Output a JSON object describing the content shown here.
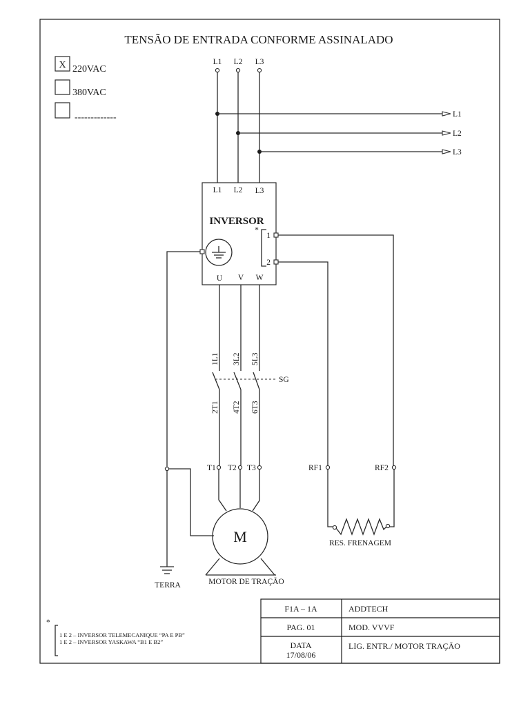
{
  "title": "TENSÃO DE ENTRADA CONFORME ASSINALADO",
  "voltage_options": [
    {
      "mark": "X",
      "label": "220VAC",
      "checked": true
    },
    {
      "mark": "",
      "label": "380VAC",
      "checked": false
    },
    {
      "mark": "",
      "label": "-------------",
      "checked": false
    }
  ],
  "supply": {
    "inputs": [
      "L1",
      "L2",
      "L3"
    ],
    "outputs": [
      "L1",
      "L2",
      "L3"
    ]
  },
  "inverter": {
    "title": "INVERSOR",
    "inputs": [
      "L1",
      "L2",
      "L3"
    ],
    "outputs": [
      "U",
      "V",
      "W"
    ],
    "brake_terminals": [
      "1",
      "2"
    ],
    "asterisk": "*"
  },
  "contactor": {
    "name": "SG",
    "top_terminals": [
      "1L1",
      "3L2",
      "5L3"
    ],
    "bottom_terminals": [
      "2T1",
      "4T2",
      "6T3"
    ]
  },
  "motor": {
    "symbol": "M",
    "terminals": [
      "T1",
      "T2",
      "T3"
    ],
    "label": "MOTOR DE TRAÇÃO"
  },
  "ground": {
    "label": "TERRA"
  },
  "brake_resistor": {
    "terminals": [
      "RF1",
      "RF2"
    ],
    "label": "RES. FRENAGEM"
  },
  "notes": {
    "asterisk": "*",
    "lines": [
      "1 E 2 – INVERSOR TELEMECANIQUE “PA E PB”",
      "1 E 2 – INVERSOR YASKAWA “B1 E B2”"
    ]
  },
  "title_block": {
    "rows": [
      {
        "left": "F1A – 1A",
        "left2": "",
        "right": "ADDTECH"
      },
      {
        "left": "PAG. 01",
        "left2": "",
        "right": "MOD. VVVF"
      },
      {
        "left": "DATA",
        "left2": "17/08/06",
        "right": "LIG. ENTR./ MOTOR TRAÇÃO"
      }
    ]
  }
}
